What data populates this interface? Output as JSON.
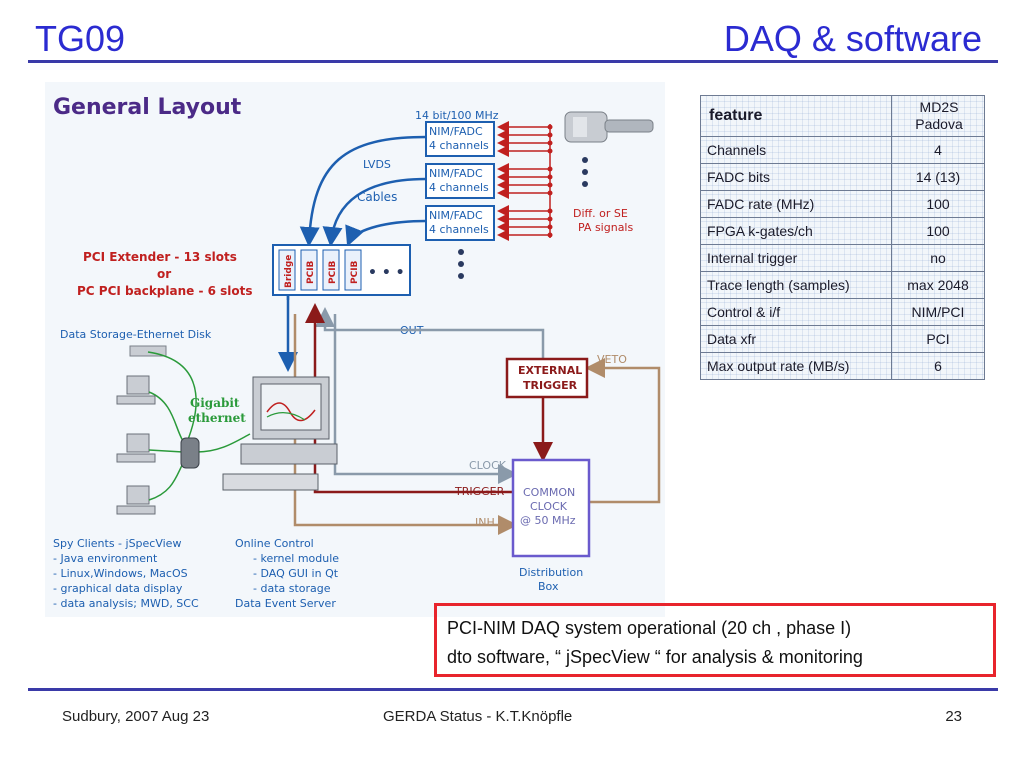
{
  "slide": {
    "title_left": "TG09",
    "title_right": "DAQ & software"
  },
  "diagram": {
    "heading": "General Layout",
    "fadc_top_label": "14 bit/100 MHz",
    "fadc_boxes": [
      {
        "line1": "NIM/FADC",
        "line2": "4 channels"
      },
      {
        "line1": "NIM/FADC",
        "line2": "4 channels"
      },
      {
        "line1": "NIM/FADC",
        "line2": "4 channels"
      }
    ],
    "lvds": "LVDS",
    "cables": "Cables",
    "diff_line1": "Diff. or SE",
    "diff_line2": "PA signals",
    "pci_ext_line1": "PCI Extender - 13 slots",
    "pci_ext_line2": "or",
    "pci_ext_line3": "PC PCI backplane - 6 slots",
    "slot_bridge": "Bridge",
    "slot_pcib1": "PCIB",
    "slot_pcib2": "PCIB",
    "slot_pcib3": "PCIB",
    "slot_dots": "• • •",
    "data_storage": "Data Storage-Ethernet Disk",
    "gigabit_line1": "Gigabit",
    "gigabit_line2": "ethernet",
    "out": "OUT",
    "veto": "VETO",
    "ext_trig_line1": "EXTERNAL",
    "ext_trig_line2": "TRIGGER",
    "clock": "CLOCK",
    "trigger": "TRIGGER",
    "inh": "INH",
    "common_line1": "COMMON",
    "common_line2": "CLOCK",
    "common_line3": "@ 50 MHz",
    "dist_line1": "Distribution",
    "dist_line2": "Box",
    "spy_clients": [
      "Spy Clients - jSpecView",
      "- Java environment",
      "- Linux,Windows, MacOS",
      "- graphical data display",
      "- data analysis; MWD, SCC"
    ],
    "online_control": [
      "Online Control",
      "- kernel module",
      "- DAQ GUI in Qt",
      "- data storage",
      "Data Event Server"
    ]
  },
  "table": {
    "header_feature": "feature",
    "header_col_line1": "MD2S",
    "header_col_line2": "Padova",
    "rows": [
      {
        "feature": "Channels",
        "value": "4"
      },
      {
        "feature": "FADC bits",
        "value": "14 (13)"
      },
      {
        "feature": "FADC rate (MHz)",
        "value": "100"
      },
      {
        "feature": "FPGA k-gates/ch",
        "value": "100"
      },
      {
        "feature": "Internal trigger",
        "value": "no"
      },
      {
        "feature": "Trace length (samples)",
        "value": "max 2048"
      },
      {
        "feature": "Control & i/f",
        "value": "NIM/PCI"
      },
      {
        "feature": "Data xfr",
        "value": "PCI"
      },
      {
        "feature": "Max output rate (MB/s)",
        "value": "6"
      }
    ]
  },
  "callout": {
    "line1": "PCI-NIM DAQ system operational (20 ch , phase I)",
    "line2": "dto software, “ jSpecView “ for analysis & monitoring"
  },
  "footer": {
    "left": "Sudbury, 2007 Aug 23",
    "center": "GERDA  Status - K.T.Knöpfle",
    "right": "23"
  },
  "colors": {
    "title": "#2b2bd1",
    "rule": "#3a3aa8",
    "callout_border": "#e8242c",
    "heading": "#4b2a87",
    "label_blue": "#1d5fb0",
    "label_red": "#c0201f",
    "trigger_dark_red": "#8b1a1a",
    "veto_tan": "#b08c6a",
    "out_gray": "#8a9aaa"
  }
}
